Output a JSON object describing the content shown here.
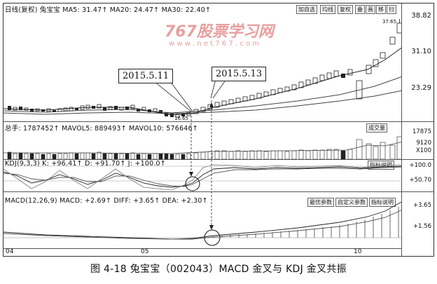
{
  "header": {
    "period_label": "日线(复权)",
    "stock_name": "兔宝宝",
    "ma5": "MA5: 31.47↑",
    "ma20": "MA20: 24.47↑",
    "ma30": "MA30: 22.40↑"
  },
  "toolbar": {
    "buttons": [
      "加自选",
      "均线",
      "复权",
      "叠",
      "画",
      "移",
      "扫"
    ]
  },
  "watermark": {
    "brand": "767股票学习网",
    "url": "w w w . n e t 7 6 7 . c o m"
  },
  "price_axis": {
    "ticks": [
      "38.82",
      "31.10",
      "23.29"
    ]
  },
  "price_annotations": {
    "high": "37.65",
    "low": "16.65"
  },
  "callouts": {
    "left": "2015.5.11",
    "right": "2015.5.13"
  },
  "volume": {
    "info": "总手: 1787452↑ MAVOL5: 889493↑ MAVOL10: 576646↑",
    "button": "成交量",
    "ticks": [
      "17875",
      "9120",
      "X100"
    ]
  },
  "kdj": {
    "info": "KDJ(9,3,3) K: +96.41↑ D: +91.70↑ J: +100.0↑",
    "button": "指标说明",
    "ticks": [
      "+100.0",
      "+50.70"
    ]
  },
  "macd": {
    "info": "MACD(12,26,9) MACD: +2.69↑ DIFF: +3.65↑ DEA: +2.30↑",
    "buttons": [
      "最优参数",
      "自定义参数",
      "指标说明"
    ],
    "ticks": [
      "+3.65",
      "+1.56"
    ]
  },
  "x_axis": {
    "labels": [
      "04",
      "05",
      "10"
    ]
  },
  "caption": "图 4-18  兔宝宝（002043）MACD 金叉与 KDJ 金叉共振",
  "colors": {
    "frame": "#333333",
    "line": "#222222",
    "watermark": "#e8a0a0"
  }
}
